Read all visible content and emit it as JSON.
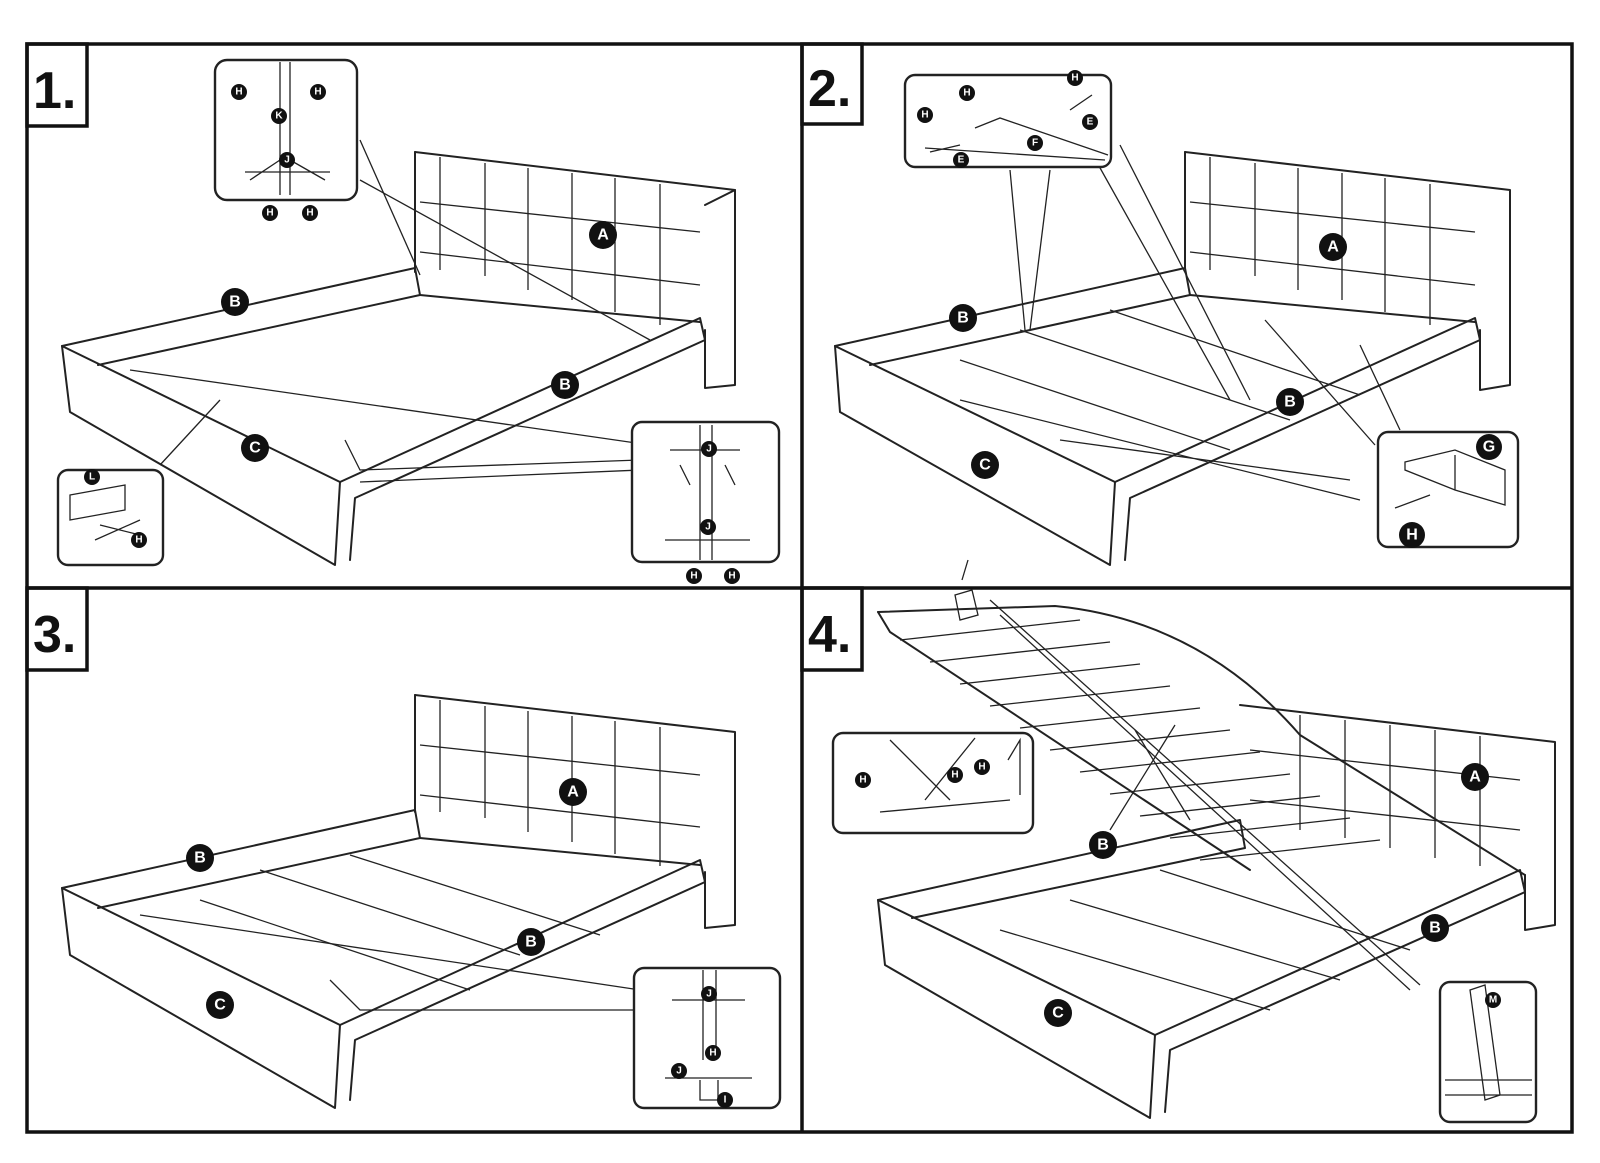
{
  "steps": [
    {
      "number": "1.",
      "labels": [
        "A",
        "B",
        "B",
        "C",
        "H",
        "H",
        "H",
        "H",
        "K",
        "J",
        "L",
        "H",
        "J",
        "J",
        "H",
        "H"
      ]
    },
    {
      "number": "2.",
      "labels": [
        "A",
        "B",
        "B",
        "C",
        "H",
        "H",
        "H",
        "E",
        "E",
        "F",
        "G",
        "H"
      ]
    },
    {
      "number": "3.",
      "labels": [
        "A",
        "B",
        "B",
        "C",
        "J",
        "H",
        "J",
        "I"
      ]
    },
    {
      "number": "4.",
      "labels": [
        "A",
        "B",
        "B",
        "C",
        "H",
        "H",
        "H",
        "M"
      ]
    }
  ],
  "colors": {
    "ink": "#222222",
    "background": "#ffffff"
  }
}
